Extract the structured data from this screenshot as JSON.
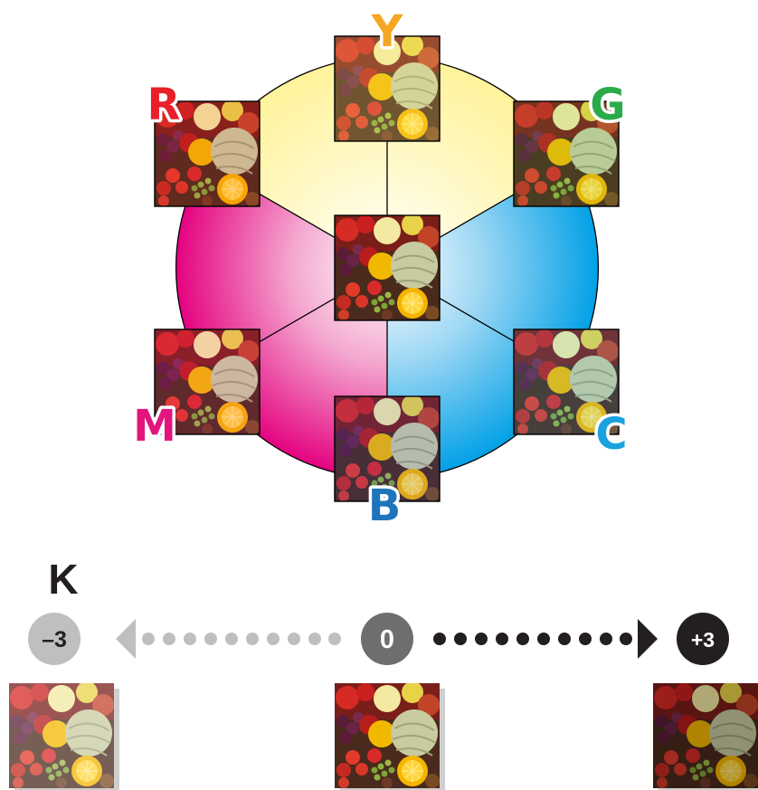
{
  "wheel": {
    "center_label": "",
    "labels": {
      "Y": "Y",
      "G": "G",
      "C": "C",
      "B": "B",
      "M": "M",
      "R": "R"
    },
    "colors": {
      "yellow": "#FFF6A2",
      "yellow_label": "#F5A623",
      "green_label": "#2BAA4A",
      "cyan": "#16A7E4",
      "cyan_label": "#1BA1DD",
      "blue_label": "#1E75BC",
      "magenta": "#E8228C",
      "magenta_label": "#E2157F",
      "red_label": "#E8202A"
    }
  },
  "black_scale": {
    "title": "K",
    "min_label": "–3",
    "mid_label": "0",
    "max_label": "+3",
    "colors": {
      "light": "#BDBFC1",
      "mid": "#6D6E70",
      "dark": "#231F20"
    }
  }
}
